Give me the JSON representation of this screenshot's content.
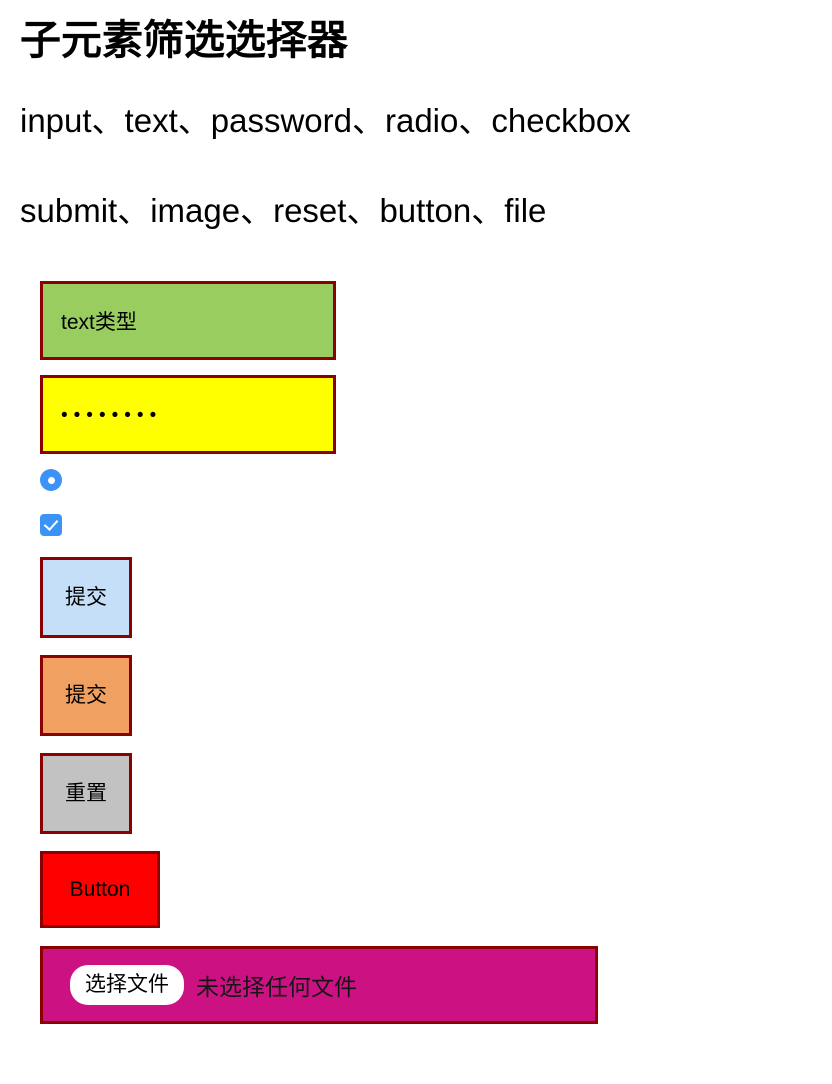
{
  "page": {
    "title": "子元素筛选选择器",
    "type_lines": [
      "input、text、password、radio、checkbox",
      "submit、image、reset、button、file"
    ]
  },
  "form": {
    "text_input": {
      "value": "text类型",
      "placeholder": "text类型",
      "background": "#9acd5f",
      "border_color": "#8b0000"
    },
    "password_input": {
      "masked_value": "••••••••",
      "character_count": 8,
      "background": "#ffff00",
      "border_color": "#8b0000"
    },
    "radio": {
      "checked": true,
      "accent_color": "#3b93f7"
    },
    "checkbox": {
      "checked": true,
      "accent_color": "#3b93f7"
    },
    "submit_button": {
      "label": "提交",
      "background": "#c5dff8",
      "border_color": "#8b0000"
    },
    "image_button": {
      "label": "提交",
      "background": "#f0a061",
      "border_color": "#8b0000"
    },
    "reset_button": {
      "label": "重置",
      "background": "#c2c2c2",
      "border_color": "#8b0000"
    },
    "plain_button": {
      "label": "Button",
      "background": "#ff0000",
      "border_color": "#8b0000"
    },
    "file_input": {
      "choose_label": "选择文件",
      "status_text": "未选择任何文件",
      "background": "#cc1183",
      "border_color": "#8b0000"
    }
  }
}
